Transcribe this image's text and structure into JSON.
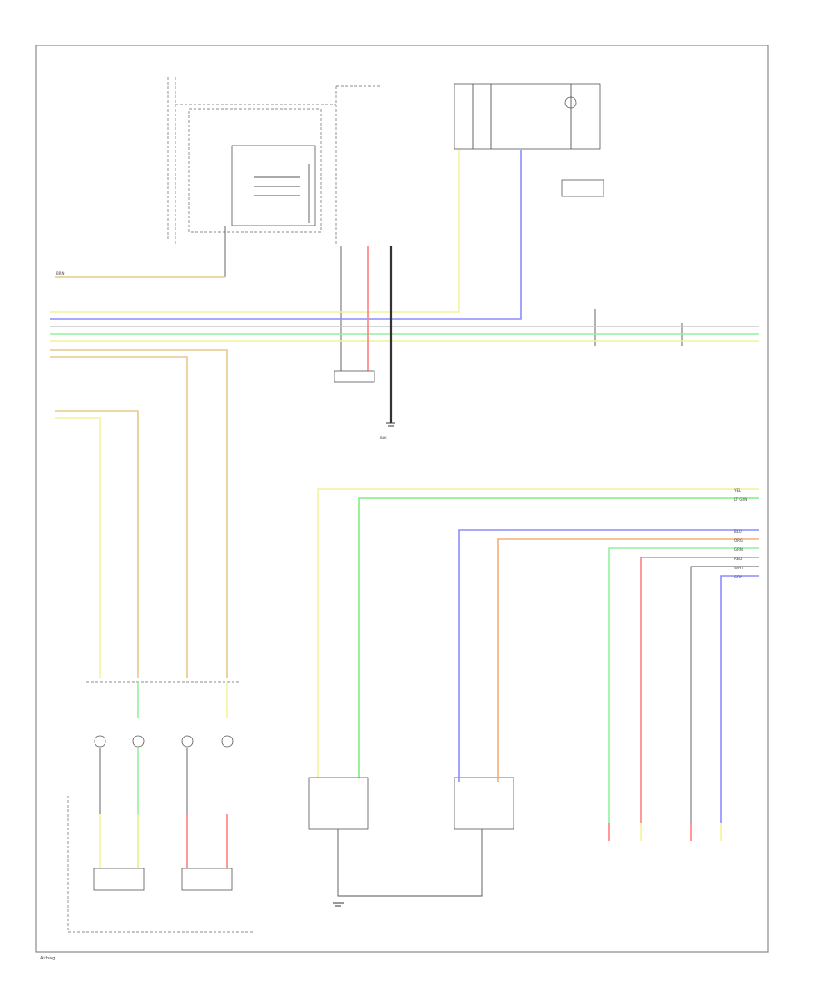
{
  "page": {
    "footnote": "Airbag"
  },
  "wires": {
    "yel": "YEL",
    "blu": "BLU",
    "grn": "GRN",
    "lt_grn": "LT GRN",
    "org": "ORG",
    "red": "RED",
    "wht": "WHT",
    "brn": "BRN",
    "gry": "GRY",
    "blk": "BLK"
  },
  "colors": {
    "yellow": "#f3f39a",
    "blue": "#8c8cff",
    "green": "#94f09c",
    "lt_green": "#7ff07f",
    "tan": "#e6c98c",
    "orange": "#f6ae74",
    "red": "#ff7f7f",
    "gray": "#bdbdbd",
    "black": "#333333"
  }
}
